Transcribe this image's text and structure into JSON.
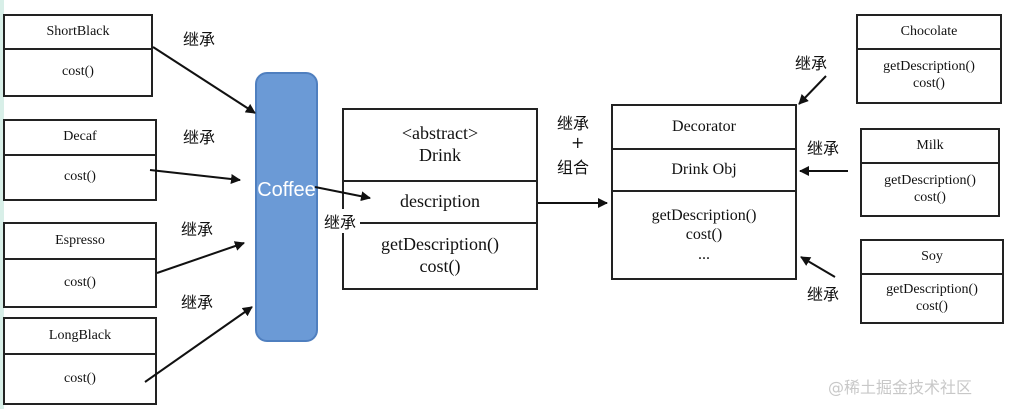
{
  "concrete_coffees": [
    {
      "name": "ShortBlack",
      "method": "cost()"
    },
    {
      "name": "Decaf",
      "method": "cost()"
    },
    {
      "name": "Espresso",
      "method": "cost()"
    },
    {
      "name": "LongBlack",
      "method": "cost()"
    }
  ],
  "coffee_bar": {
    "label": "Coffee"
  },
  "drink_class": {
    "stereotype": "<abstract>",
    "name": "Drink",
    "field": "description",
    "methods": [
      "getDescription()",
      "cost()"
    ]
  },
  "decorator_class": {
    "name": "Decorator",
    "field": "Drink Obj",
    "methods": [
      "getDescription()",
      "cost()",
      "..."
    ]
  },
  "condiments": [
    {
      "name": "Chocolate",
      "methods": [
        "getDescription()",
        "cost()"
      ]
    },
    {
      "name": "Milk",
      "methods": [
        "getDescription()",
        "cost()"
      ]
    },
    {
      "name": "Soy",
      "methods": [
        "getDescription()",
        "cost()"
      ]
    }
  ],
  "relation_labels": {
    "shortblack_to_coffee": "继承",
    "decaf_to_coffee": "继承",
    "espresso_to_coffee": "继承",
    "longblack_to_coffee": "继承",
    "coffee_to_drink": "继承",
    "drink_to_decorator_top": "继承",
    "drink_to_decorator_plus": "+",
    "drink_to_decorator_bottom": "组合",
    "chocolate_to_decorator": "继承",
    "milk_to_decorator": "继承",
    "soy_to_decorator": "继承"
  },
  "watermark": "@稀土掘金技术社区"
}
